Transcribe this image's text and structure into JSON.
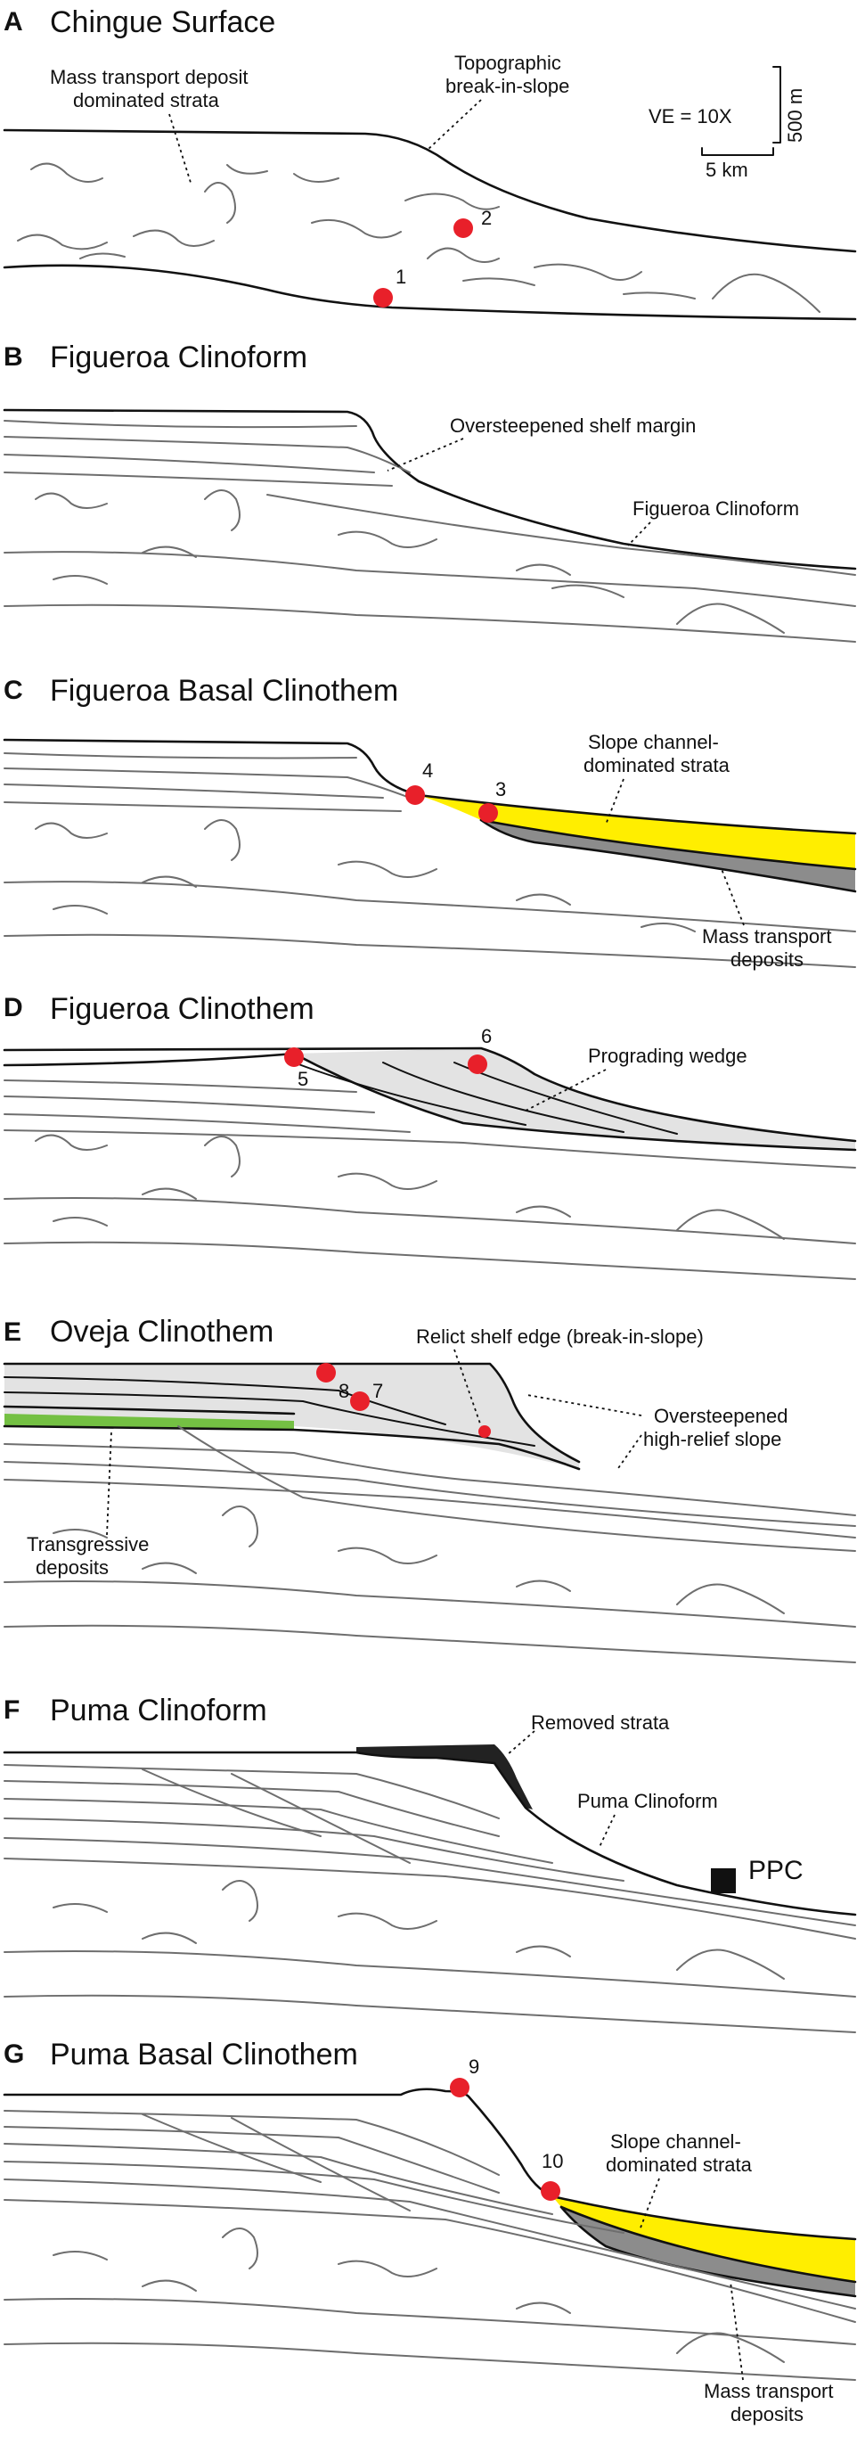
{
  "panels": {
    "a": {
      "letter": "A",
      "title": "Chingue Surface",
      "label_mtd": [
        "Mass transport deposit",
        "dominated strata"
      ],
      "label_break": [
        "Topographic",
        "break-in-slope"
      ],
      "scale_ve": "VE = 10X",
      "scale_vertical": "500 m",
      "scale_horizontal": "5 km",
      "points": [
        "1",
        "2"
      ]
    },
    "b": {
      "letter": "B",
      "title": "Figueroa Clinoform",
      "label_oversteep": "Oversteepened shelf margin",
      "label_clinoform": "Figueroa Clinoform"
    },
    "c": {
      "letter": "C",
      "title": "Figueroa Basal Clinothem",
      "label_channel": [
        "Slope channel-",
        "dominated strata"
      ],
      "label_mtd": [
        "Mass transport",
        "deposits"
      ],
      "points": [
        "3",
        "4"
      ]
    },
    "d": {
      "letter": "D",
      "title": "Figueroa Clinothem",
      "label_wedge": "Prograding wedge",
      "points": [
        "5",
        "6"
      ]
    },
    "e": {
      "letter": "E",
      "title": "Oveja Clinothem",
      "label_relict": "Relict shelf edge (break-in-slope)",
      "label_oversteep": [
        "Oversteepened",
        "high-relief slope"
      ],
      "label_transgressive": [
        "Transgressive",
        "deposits"
      ],
      "points": [
        "7",
        "8"
      ]
    },
    "f": {
      "letter": "F",
      "title": "Puma Clinoform",
      "label_removed": "Removed strata",
      "label_clinoform": "Puma Clinoform",
      "label_ppc": "PPC"
    },
    "g": {
      "letter": "G",
      "title": "Puma Basal Clinothem",
      "label_channel": [
        "Slope channel-",
        "dominated strata"
      ],
      "label_mtd": [
        "Mass transport",
        "deposits"
      ],
      "points": [
        "9",
        "10"
      ]
    }
  },
  "colors": {
    "point": "#e8202a",
    "slope_channel": "#ffee00",
    "mass_transport": "#8c8c8c",
    "wedge": "#e3e3e3",
    "transgressive": "#74c043",
    "ppc_marker": "#111111"
  }
}
